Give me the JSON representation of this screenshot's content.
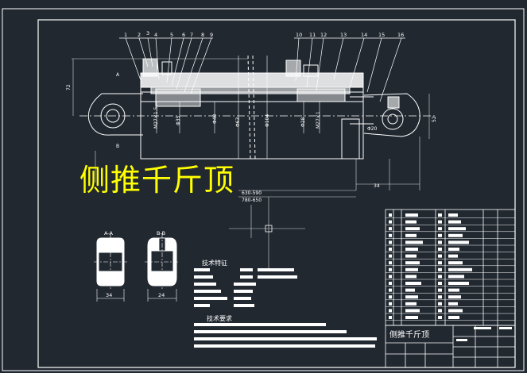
{
  "drawing": {
    "big_title": "侧推千斤顶",
    "title_block_name": "侧推千斤顶",
    "part_numbers": [
      "1",
      "2",
      "3",
      "4",
      "5",
      "6",
      "7",
      "8",
      "9",
      "10",
      "11",
      "12",
      "13",
      "14",
      "15",
      "16"
    ],
    "dimensions": {
      "left_height": "72",
      "right_height": "52",
      "dia_1": "M27×1.5",
      "dia_2": "Φ35",
      "dia_3": "Φ40",
      "dia_4": "Φ63",
      "dia_5": "Φ104",
      "dia_6": "Φ20",
      "dia_7": "M27×1",
      "dia_8": "Φ28",
      "stroke_1": "630-590",
      "stroke_2": "780-650",
      "small_right": "34",
      "section_a_width": "34",
      "section_b_width": "24"
    },
    "section_labels": {
      "a": "A-A",
      "b": "B-B",
      "a_marker": "A",
      "b_marker": "B"
    },
    "notes": {
      "tech_features_title": "技术特征",
      "tech_requirements_title": "技术要求"
    }
  },
  "colors": {
    "background": "#212830",
    "line": "#ffffff",
    "yellow": "#ffff00",
    "dim": "#d9d9d9"
  }
}
